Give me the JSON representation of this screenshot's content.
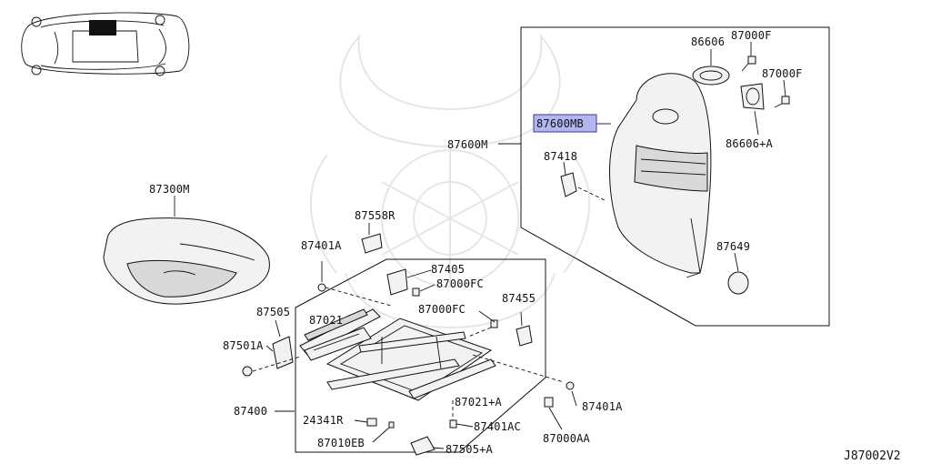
{
  "diagram": {
    "code": "J87002V2",
    "highlighted_part": "87600MB",
    "labels": {
      "p87300M": "87300M",
      "p87558R": "87558R",
      "p87401A_top": "87401A",
      "p87405": "87405",
      "p87000FC_top": "87000FC",
      "p87455": "87455",
      "p87000FC_mid": "87000FC",
      "p87505": "87505",
      "p87021": "87021",
      "p87501A": "87501A",
      "p87400": "87400",
      "p87021A": "87021+A",
      "p87401A_right": "87401A",
      "p24341R": "24341R",
      "p87401AC": "87401AC",
      "p87010EB": "87010EB",
      "p87505A": "87505+A",
      "p87000AA": "87000AA",
      "p86606": "86606",
      "p87000F_top": "87000F",
      "p87000F_right": "87000F",
      "p87600MB": "87600MB",
      "p87600M": "87600M",
      "p86606A": "86606+A",
      "p87418": "87418",
      "p87649": "87649"
    },
    "colors": {
      "line": "#111111",
      "highlight_fill": "#b3b6ee",
      "highlight_stroke": "#3a3a9a",
      "watermark": "#e6e6e6"
    }
  }
}
